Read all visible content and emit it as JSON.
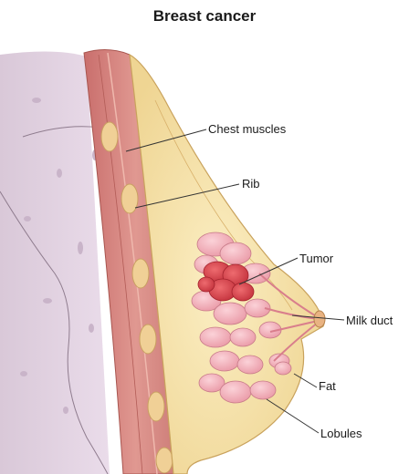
{
  "title": "Breast cancer",
  "labels": {
    "chest_muscles": "Chest muscles",
    "rib": "Rib",
    "tumor": "Tumor",
    "milk_duct": "Milk duct",
    "fat": "Fat",
    "lobules": "Lobules"
  },
  "colors": {
    "body_tissue": "#e4d6e4",
    "muscle": "#d98a85",
    "rib": "#f0d096",
    "fat": "#f7e4a8",
    "lobule": "#f4b3be",
    "tumor": "#d9434d",
    "leader_line": "#333333"
  }
}
